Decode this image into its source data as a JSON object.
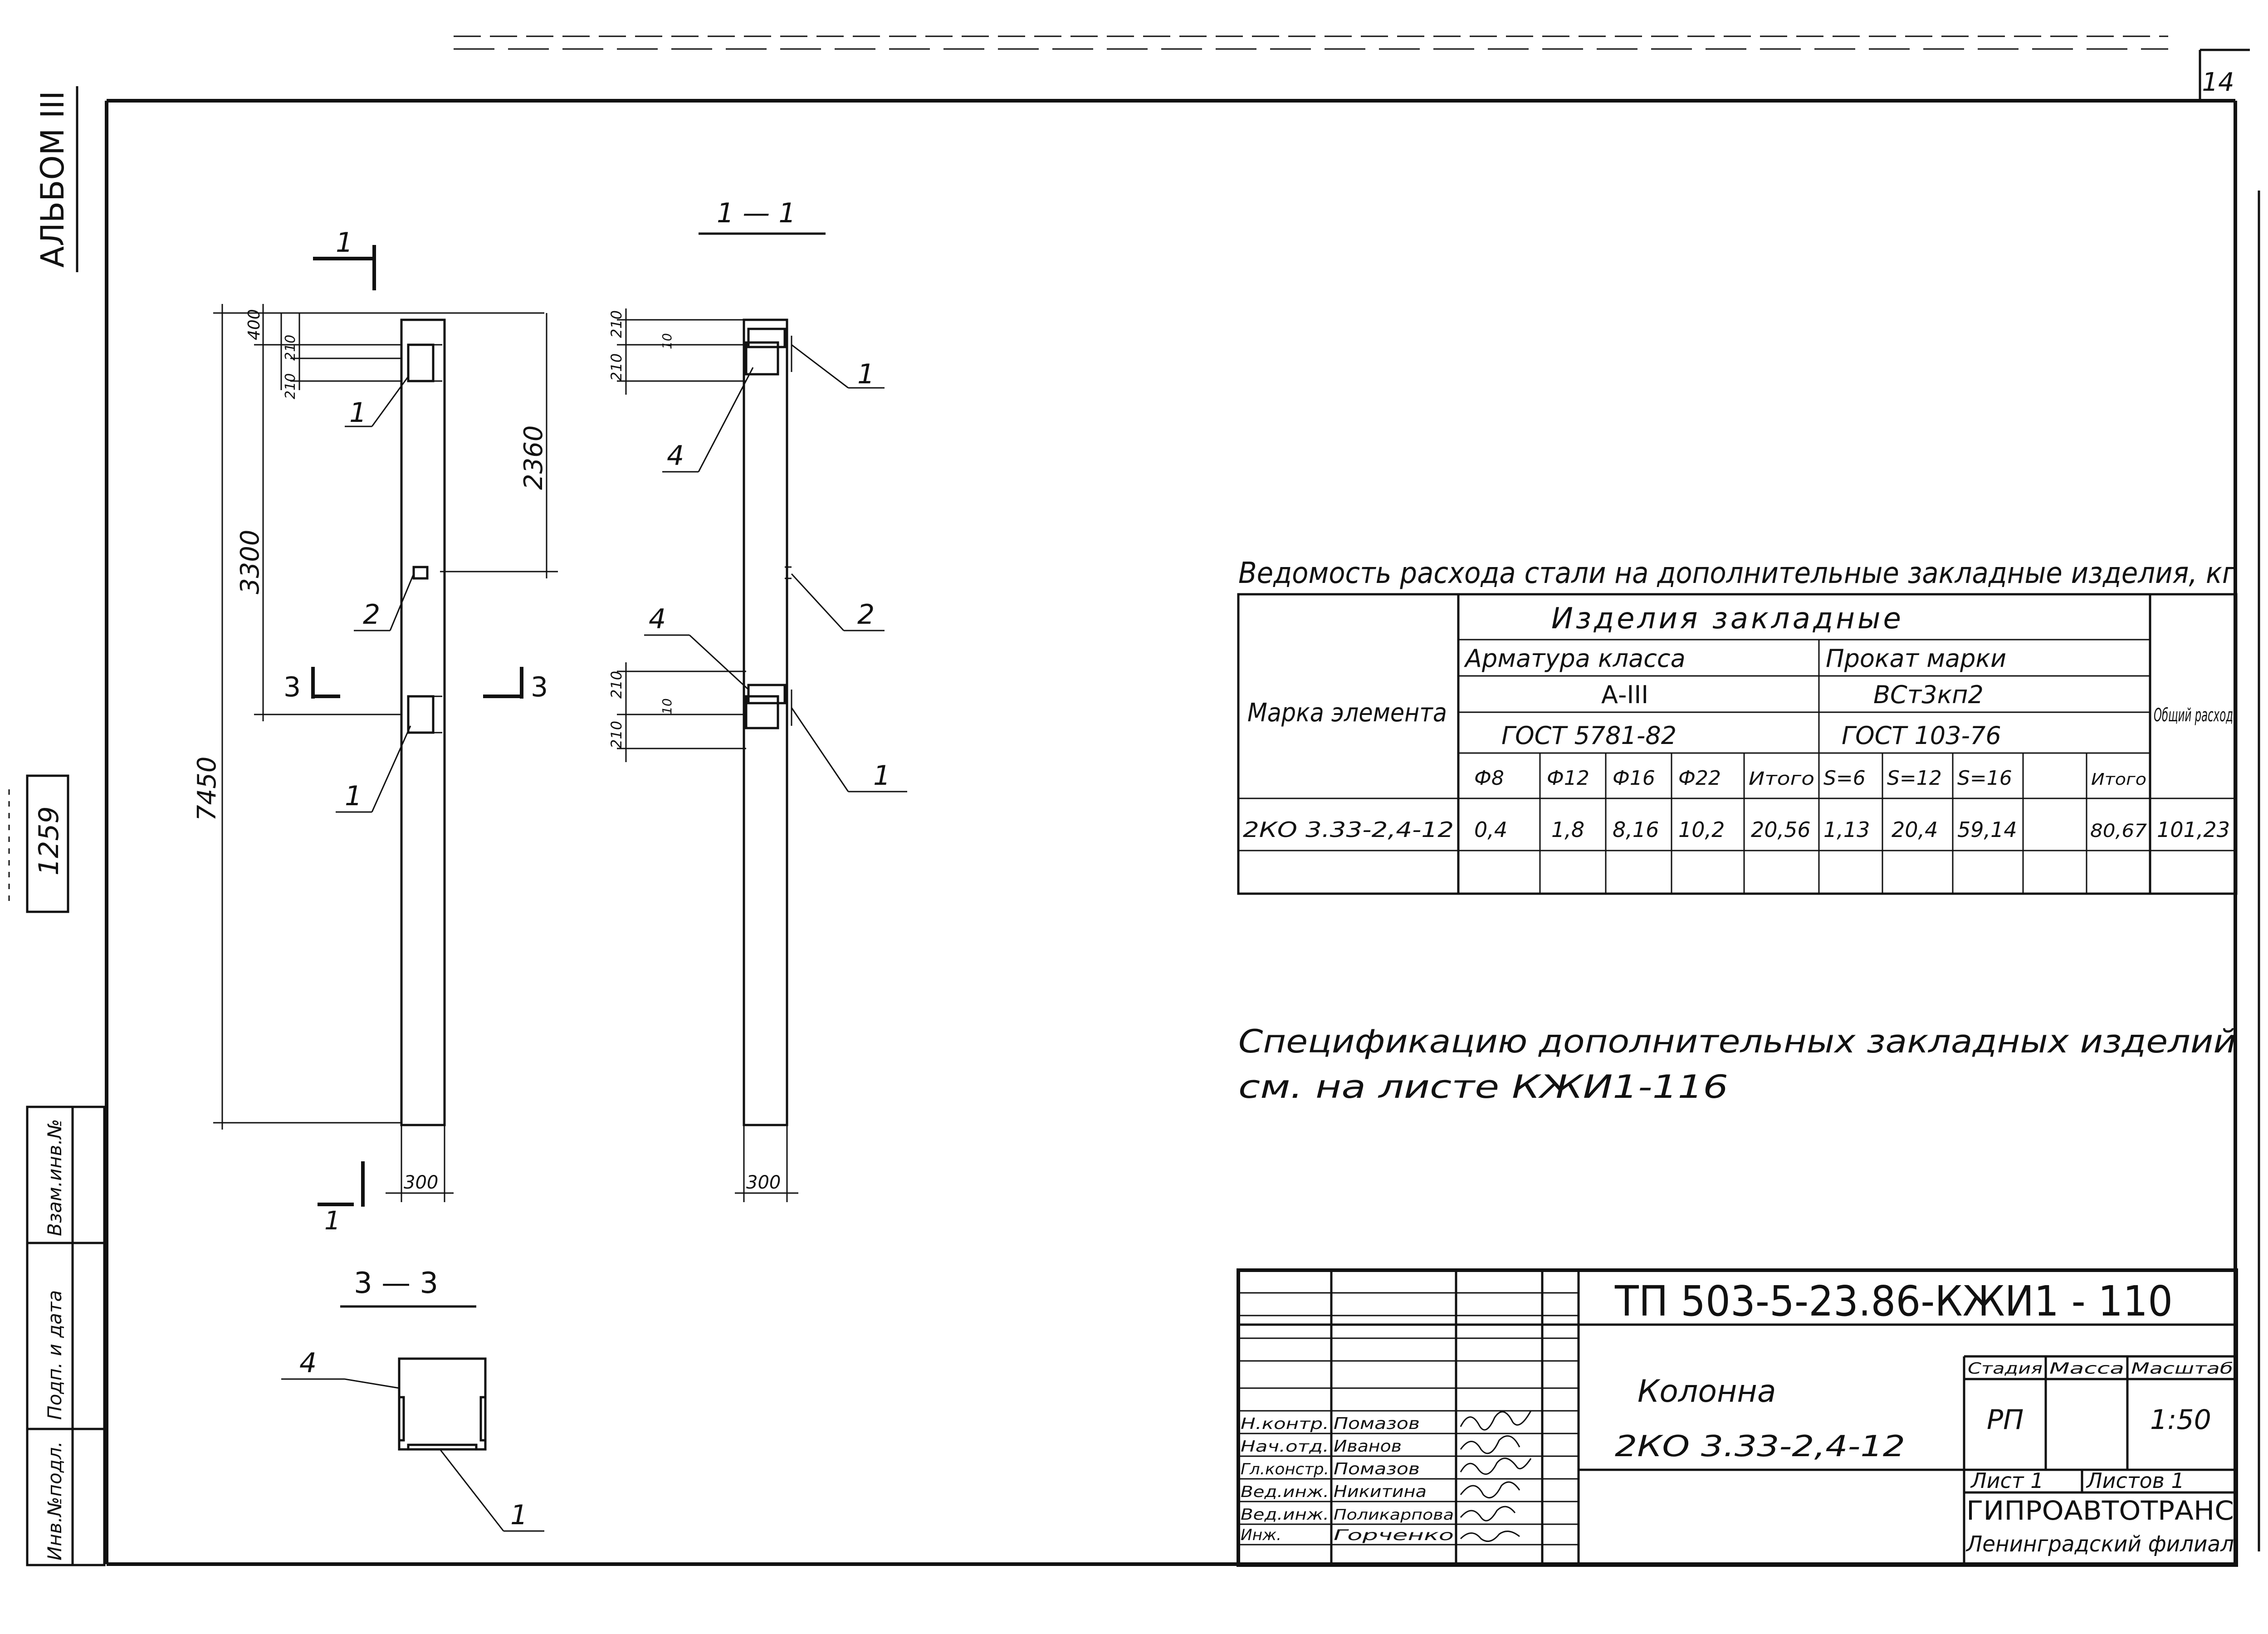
{
  "sheet": {
    "page_number": "14",
    "album_label": "АЛЬБОМ III",
    "archive_number": "1259",
    "left_stamps": [
      "Взам.инв.№",
      "Подп. и дата",
      "Инв.№подл."
    ]
  },
  "drawing": {
    "section_1_1": "1 — 1",
    "section_3_3": "3 — 3",
    "cut_labels": {
      "cut1": "1",
      "cut3": "3"
    },
    "front_dims": {
      "top": "400",
      "d210a": "210",
      "d210b": "210",
      "mid": "3300",
      "full": "7450",
      "upper": "2360",
      "width": "300"
    },
    "side_dims": {
      "d210": "210",
      "d10": "10",
      "width": "300"
    },
    "callouts": {
      "c1": "1",
      "c2": "2",
      "c4": "4"
    }
  },
  "steel_table": {
    "title": "Ведомость расхода стали на дополнительные закладные изделия, кг",
    "h_mark": "Марка элемента",
    "h_group": "Изделия закладные",
    "h_rebar": "Арматура класса",
    "h_rebar_class": "А-III",
    "h_rebar_gost": "ГОСТ 5781-82",
    "h_rolled": "Прокат марки",
    "h_rolled_grade": "ВСт3кп2",
    "h_rolled_gost": "ГОСТ 103-76",
    "h_total": "Общий расход",
    "cols": [
      "Ф8",
      "Ф12",
      "Ф16",
      "Ф22",
      "Итого",
      "S=6",
      "S=12",
      "S=16",
      "",
      "Итого"
    ],
    "row": {
      "mark": "2КО 3.33-2,4-12",
      "values": [
        "0,4",
        "1,8",
        "8,16",
        "10,2",
        "20,56",
        "1,13",
        "20,4",
        "59,14",
        "",
        "80,67"
      ],
      "total": "101,23"
    }
  },
  "note": {
    "line1": "Спецификацию дополнительных закладных изделий",
    "line2": "см. на листе КЖИ1-116"
  },
  "title_block": {
    "doc_code": "ТП 503-5-23.86-КЖИ1 - 110",
    "object_name": "Колонна",
    "object_mark": "2КО 3.33-2,4-12",
    "stage_label": "Стадия",
    "mass_label": "Масса",
    "scale_label": "Масштаб",
    "stage": "РП",
    "mass": "",
    "scale": "1:50",
    "sheet_label": "Лист 1",
    "sheets_label": "Листов 1",
    "org": "ГИПРОАВТОТРАНС",
    "branch": "Ленинградский филиал",
    "staff": [
      {
        "role": "Н.контр.",
        "name": "Помазов"
      },
      {
        "role": "Нач.отд.",
        "name": "Иванов"
      },
      {
        "role": "Гл.констр.",
        "name": "Помазов"
      },
      {
        "role": "Вед.инж.",
        "name": "Никитина"
      },
      {
        "role": "Вед.инж.",
        "name": "Поликарпова"
      },
      {
        "role": "Инж.",
        "name": "Горченко"
      }
    ]
  }
}
